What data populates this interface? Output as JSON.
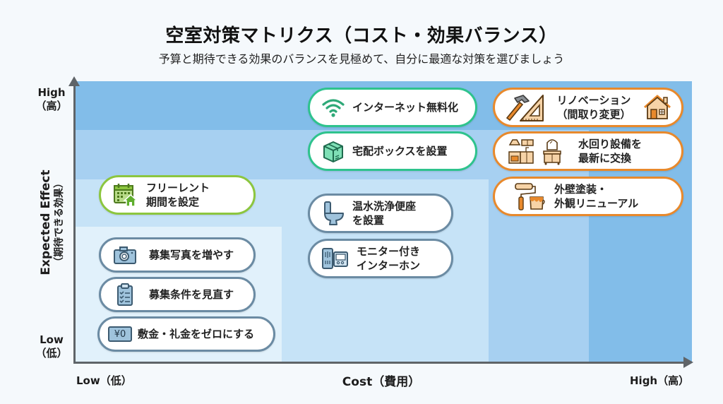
{
  "header": {
    "title": "空室対策マトリクス（コスト・効果バランス）",
    "subtitle": "予算と期待できる効果のバランスを見極めて、自分に最適な対策を選びましょう"
  },
  "axes": {
    "y": {
      "high": "High\n（高）",
      "low": "Low\n（低）",
      "title_en": "Expected Effect",
      "title_jp": "（期待できる効果）"
    },
    "x": {
      "low": "Low（低）",
      "title": "Cost（費用）",
      "high": "High（高）"
    }
  },
  "colors": {
    "zone_lowest": "#e1f1fb",
    "zone_low": "#c6e3f7",
    "zone_mid": "#a7d0f1",
    "zone_high": "#82bde9",
    "border_gray": "#6b8ba3",
    "border_lime": "#8cc63f",
    "border_teal": "#2ec38d",
    "border_orange": "#e8892c",
    "axis": "#5f6468"
  },
  "items": [
    {
      "label": "フリーレント\n期間を設定",
      "icon": "calendar-house-icon",
      "cost": "low",
      "effect": "mid-high",
      "group": "lime"
    },
    {
      "label": "募集写真を増やす",
      "icon": "camera-icon",
      "cost": "low",
      "effect": "low-mid",
      "group": "gray"
    },
    {
      "label": "募集条件を見直す",
      "icon": "clipboard-checklist-icon",
      "cost": "low",
      "effect": "low",
      "group": "gray"
    },
    {
      "label": "敷金・礼金をゼロにする",
      "icon": "yen-zero-icon",
      "icon_text": "¥0",
      "cost": "low",
      "effect": "low",
      "group": "gray"
    },
    {
      "label": "インターネット無料化",
      "icon": "wifi-icon",
      "cost": "mid",
      "effect": "high",
      "group": "teal"
    },
    {
      "label": "宅配ボックスを設置",
      "icon": "package-box-icon",
      "cost": "mid",
      "effect": "high",
      "group": "teal"
    },
    {
      "label": "温水洗浄便座\nを設置",
      "icon": "toilet-icon",
      "cost": "mid",
      "effect": "mid",
      "group": "gray"
    },
    {
      "label": "モニター付き\nインターホン",
      "icon": "intercom-icon",
      "cost": "mid",
      "effect": "mid",
      "group": "gray"
    },
    {
      "label": "リノベーション\n（間取り変更）",
      "icon": "hammer-ruler-icon",
      "icon2": "house-icon",
      "cost": "high",
      "effect": "high",
      "group": "orange"
    },
    {
      "label": "水回り設備を\n最新に交換",
      "icon": "kitchen-icon",
      "icon2": "vanity-icon",
      "cost": "high",
      "effect": "high",
      "group": "orange"
    },
    {
      "label": "外壁塗装・\n外観リニューアル",
      "icon": "paint-roller-icon",
      "cost": "high",
      "effect": "mid-high",
      "group": "orange"
    }
  ]
}
